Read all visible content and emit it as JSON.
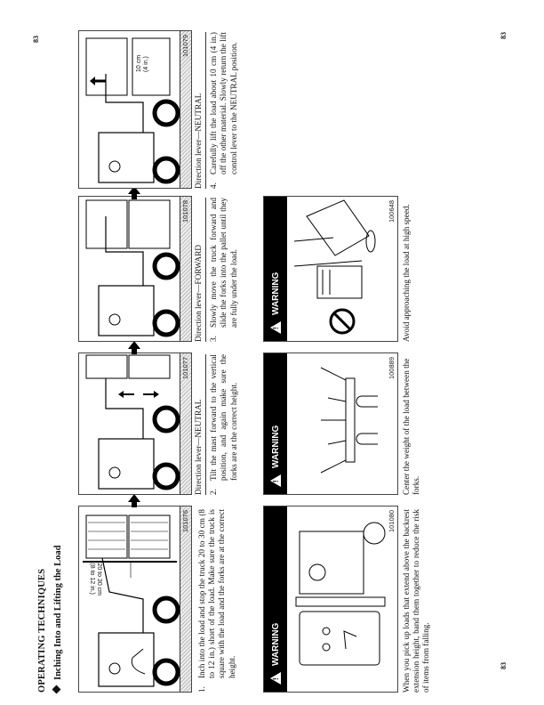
{
  "page": {
    "section_title": "OPERATING TECHNIQUES",
    "subsection_title": "Inching Into and Lifting the Load",
    "page_numbers": [
      "83",
      "83",
      "83"
    ]
  },
  "steps": [
    {
      "figure_id": "101076",
      "figure_label_line1": "20 to 30 cm",
      "figure_label_line2": "(8 to 12 in.)",
      "direction": "",
      "number": "1.",
      "text": "Inch into the load and stop the truck 20 to 30 cm (8 to 12 in.) short of the load. Make sure the truck is square with the load and the forks are at the correct height."
    },
    {
      "figure_id": "101077",
      "direction": "Direction lever—NEUTRAL",
      "number": "2.",
      "text": "Tilt the mast forward to the vertical position, and again make sure the forks are at the correct height."
    },
    {
      "figure_id": "101078",
      "direction": "Direction lever—FORWARD",
      "number": "3.",
      "text": "Slowly move the truck forward and slide the forks into the pallet until they are fully under the load."
    },
    {
      "figure_id": "101079",
      "figure_label_line1": "10 cm",
      "figure_label_line2": "(4 in.)",
      "direction": "Direction lever—NEUTRAL",
      "number": "4.",
      "text": "Carefully lift the load about 10 cm (4 in.) off the other material. Slowly return the lift control lever to the NEUTRAL position."
    }
  ],
  "warnings": [
    {
      "banner": "WARNING",
      "figure_id": "101080",
      "text": "When you pick up loads that extend above the backrest extension height, band them together to reduce the risk of items from falling."
    },
    {
      "banner": "WARNING",
      "figure_id": "100889",
      "text": "Center the weight of the load between the forks."
    },
    {
      "banner": "WARNING",
      "figure_id": "100648",
      "text": "Avoid approaching the load at high speed."
    }
  ]
}
